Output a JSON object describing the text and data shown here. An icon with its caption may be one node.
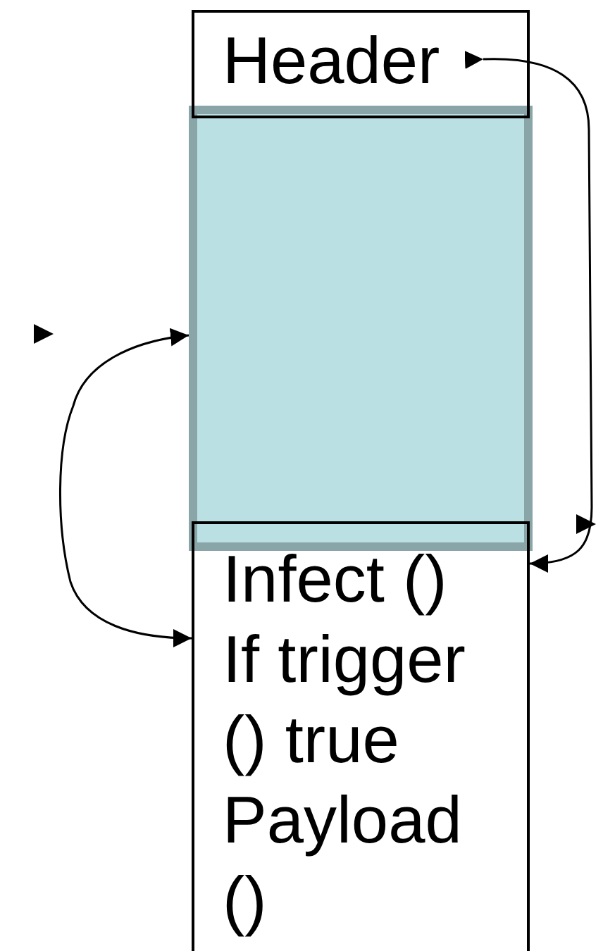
{
  "diagram": {
    "nodes": [
      {
        "text": [
          "Header"
        ]
      },
      {
        "text": [],
        "shape": "box"
      },
      {
        "text": [
          "Infect () If trigger () true Payload ()"
        ]
      }
    ],
    "edges": [
      {
        "from": 0,
        "to": 2,
        "arrow": "to"
      },
      {
        "from": 1,
        "to": 2,
        "arrow": "both"
      }
    ]
  }
}
